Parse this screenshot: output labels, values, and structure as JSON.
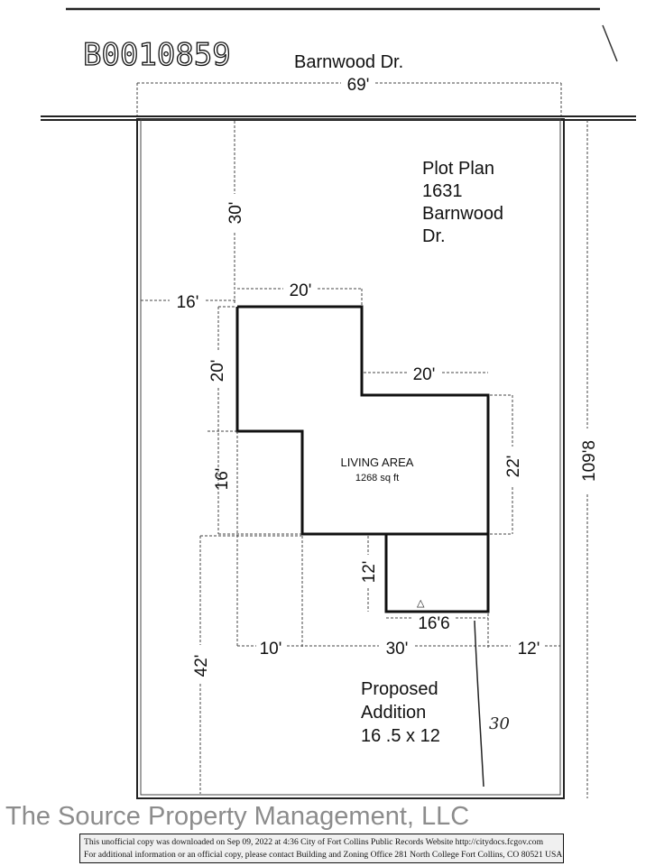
{
  "document": {
    "permit_number": "B0010859",
    "street": "Barnwood Dr.",
    "title_lines": [
      "Plot Plan",
      "1631",
      "Barnwood",
      "Dr."
    ],
    "living_area": {
      "label": "LIVING AREA",
      "size": "1268 sq ft"
    },
    "addition": {
      "lines": [
        "Proposed",
        "Addition",
        "16 .5 x 12"
      ]
    },
    "handwritten_note": "30",
    "dimensions": {
      "lot_width": "69'",
      "lot_depth": "109'8",
      "front_setback": "30'",
      "left_setback": "16'",
      "house_top_width": "20'",
      "house_left_upper": "20'",
      "house_step_width": "20'",
      "house_right_depth": "22'",
      "house_left_lower": "16'",
      "addition_depth": "12'",
      "addition_width": "16'6",
      "bottom_left": "10'",
      "bottom_middle": "30'",
      "bottom_right": "12'",
      "rear_setback": "42'"
    }
  },
  "footer": {
    "line1": "This unofficial copy was downloaded on Sep 09, 2022 at 4:36 City of Fort Collins Public Records Website http://citydocs.fcgov.com",
    "line2": "For additional information or an official copy, please contact Building and Zoning Office 281 North College Fort Collins, CO 80521 USA"
  },
  "watermark": "The Source Property Management, LLC"
}
